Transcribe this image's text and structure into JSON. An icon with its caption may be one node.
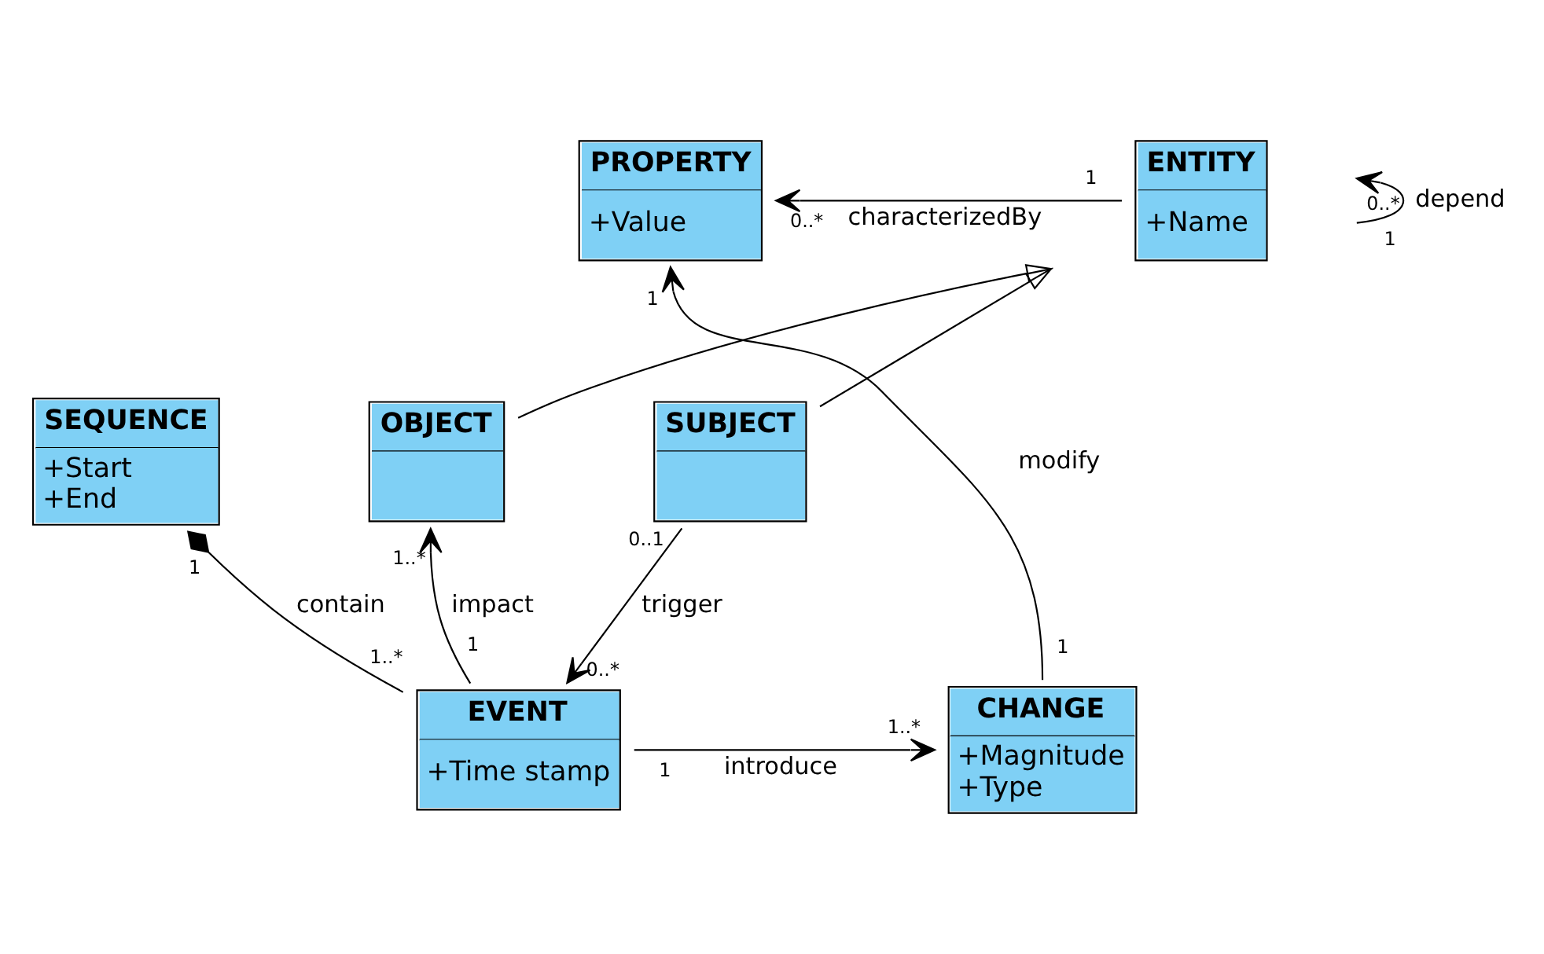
{
  "diagram": {
    "nodes": [
      {
        "text": [
          "PROPERTY",
          "+Value"
        ]
      },
      {
        "text": [
          "ENTITY",
          "+Name"
        ]
      },
      {
        "text": [
          "SEQUENCE",
          "+Start",
          "+End"
        ]
      },
      {
        "text": [
          "SUBJECT"
        ]
      },
      {
        "text": [
          "OBJECT"
        ]
      },
      {
        "text": [
          "CHANGE",
          "+Magnitude",
          "+Type"
        ]
      },
      {
        "text": [
          "EVENT",
          "+Time stamp"
        ]
      }
    ],
    "edges": [
      {
        "from": 1,
        "to": 0,
        "arrow": "to",
        "label": "characterizedBy"
      },
      {
        "from": 1,
        "to": 1,
        "arrow": "to",
        "label": "depend"
      },
      {
        "from": 4,
        "to": 1,
        "arrow": "to"
      },
      {
        "from": 3,
        "to": 1,
        "arrow": "to"
      },
      {
        "from": 5,
        "to": 0,
        "arrow": "to",
        "label": "modify"
      },
      {
        "from": 2,
        "to": 6,
        "arrow": "other",
        "label": "contain"
      },
      {
        "from": 3,
        "to": 6,
        "arrow": "to",
        "label": "trigger"
      },
      {
        "from": 6,
        "to": 4,
        "arrow": "to",
        "label": "impact"
      },
      {
        "from": 6,
        "to": 5,
        "arrow": "to",
        "label": "introduce"
      }
    ],
    "labels": [
      "0..*",
      "0..*",
      "1",
      "1",
      "1",
      "0..1",
      "1",
      "1..*",
      "1",
      "0..*",
      "1..*",
      "1",
      "1..*",
      "1"
    ]
  }
}
